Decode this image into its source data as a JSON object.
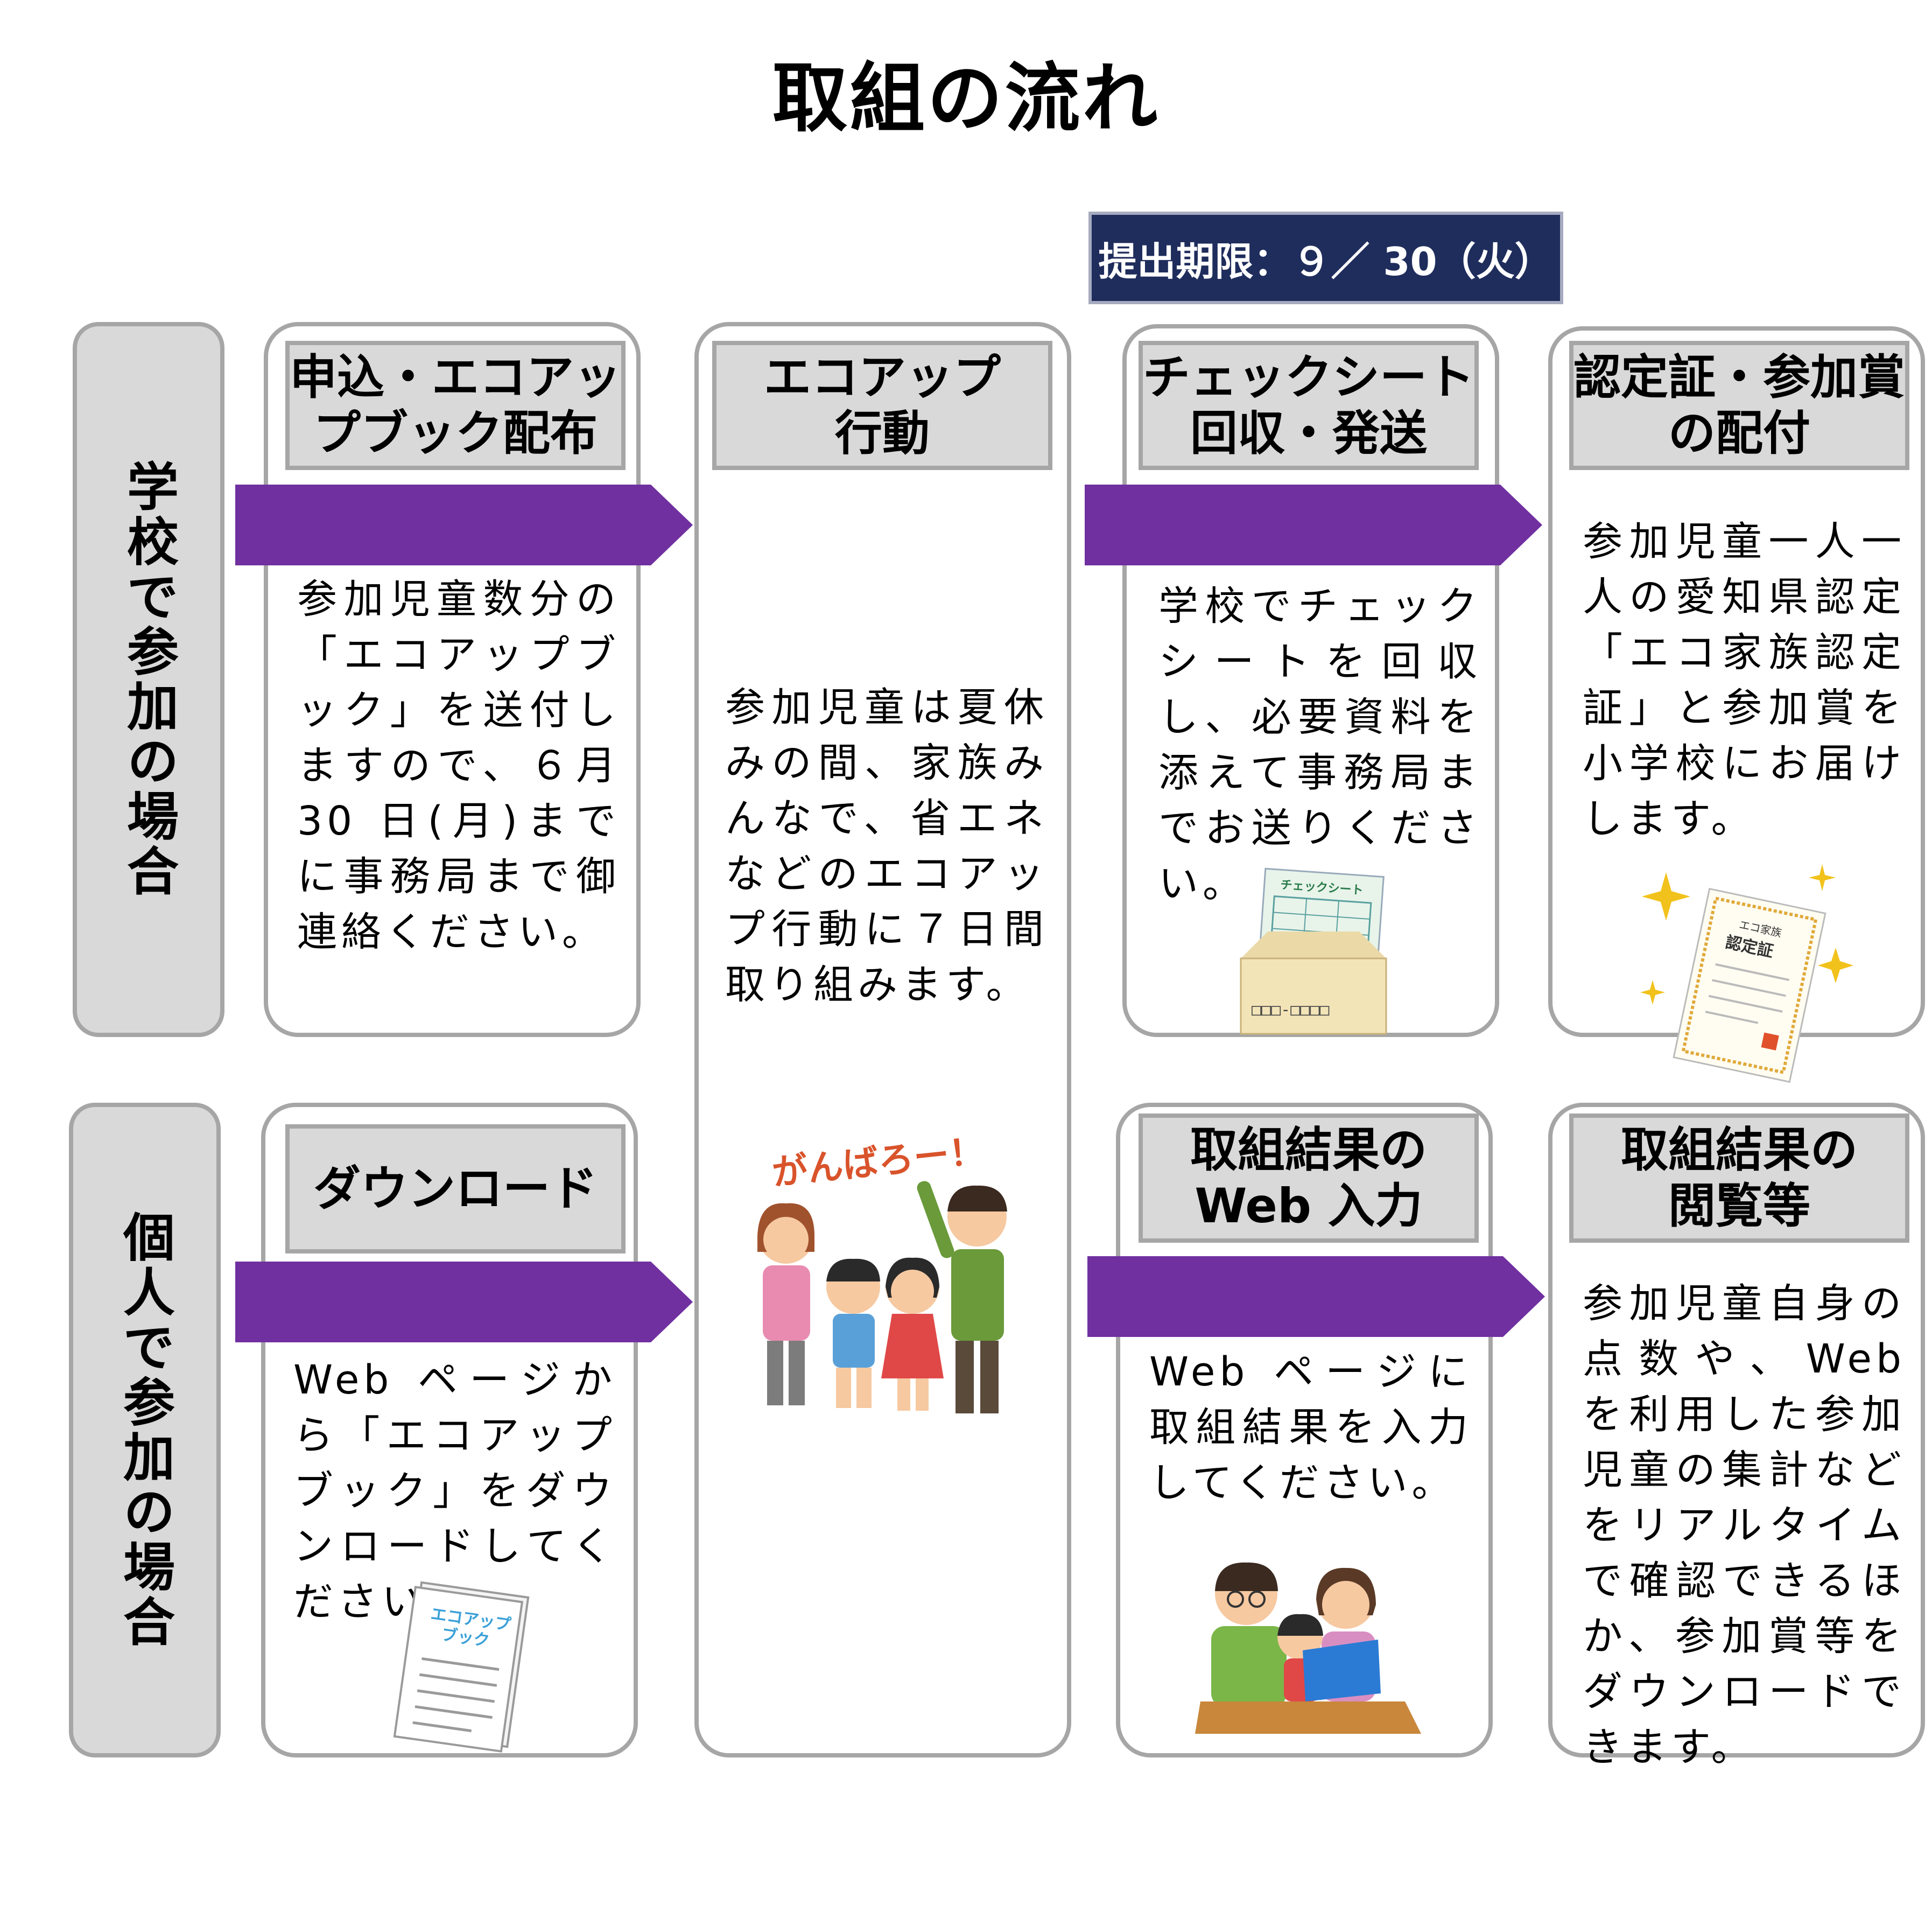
{
  "title": "取組の流れ",
  "deadline": "提出期限：９／ 30（火）",
  "rows": {
    "school": {
      "label": "学校で参加の場合"
    },
    "individual": {
      "label": "個人で参加の場合"
    }
  },
  "cards": {
    "apply": {
      "header": "申込・エコアッ\nプブック配布",
      "text": "参加児童数分の「エコアップブック」を送付しますので、６月 30 日(月)までに事務局まで御連絡ください。"
    },
    "action": {
      "header": "エコアップ\n行動",
      "text": "参加児童は夏休みの間、家族みんなで、省エネなどのエコアップ行動に７日間取り組みます。",
      "illustration_text": "がんばろー！"
    },
    "collect": {
      "header": "チェックシート\n回収・発送",
      "text": "学校でチェックシートを回収し、必要資料を添えて事務局までお送りください。",
      "sheet_label": "チェックシート",
      "envelope_label": "□□□-□□□□"
    },
    "certificate": {
      "header": "認定証・参加賞\nの配付",
      "text": "参加児童一人一人の愛知県認定「エコ家族認定証」と参加賞を小学校にお届けします。",
      "cert_small": "エコ家族",
      "cert_big": "認定証"
    },
    "download": {
      "header": "ダウンロード",
      "text": "Web ページから「エコアップブック」をダウンロードしてください。",
      "book_label_1": "エコアップ",
      "book_label_2": "ブック"
    },
    "web_input": {
      "header": "取組結果の\nWeb 入力",
      "text": "Web ページに取組結果を入力してください。"
    },
    "view": {
      "header": "取組結果の\n閲覧等",
      "text": "参加児童自身の点数や、Web を利用した参加児童の集計などをリアルタイムで確認できるほか、参加賞等をダウンロードできます。"
    }
  },
  "colors": {
    "arrow": "#7030a0",
    "deadline_bg": "#1f2d5c",
    "header_bg": "#d9d9d9",
    "border": "#a6a6a6"
  }
}
